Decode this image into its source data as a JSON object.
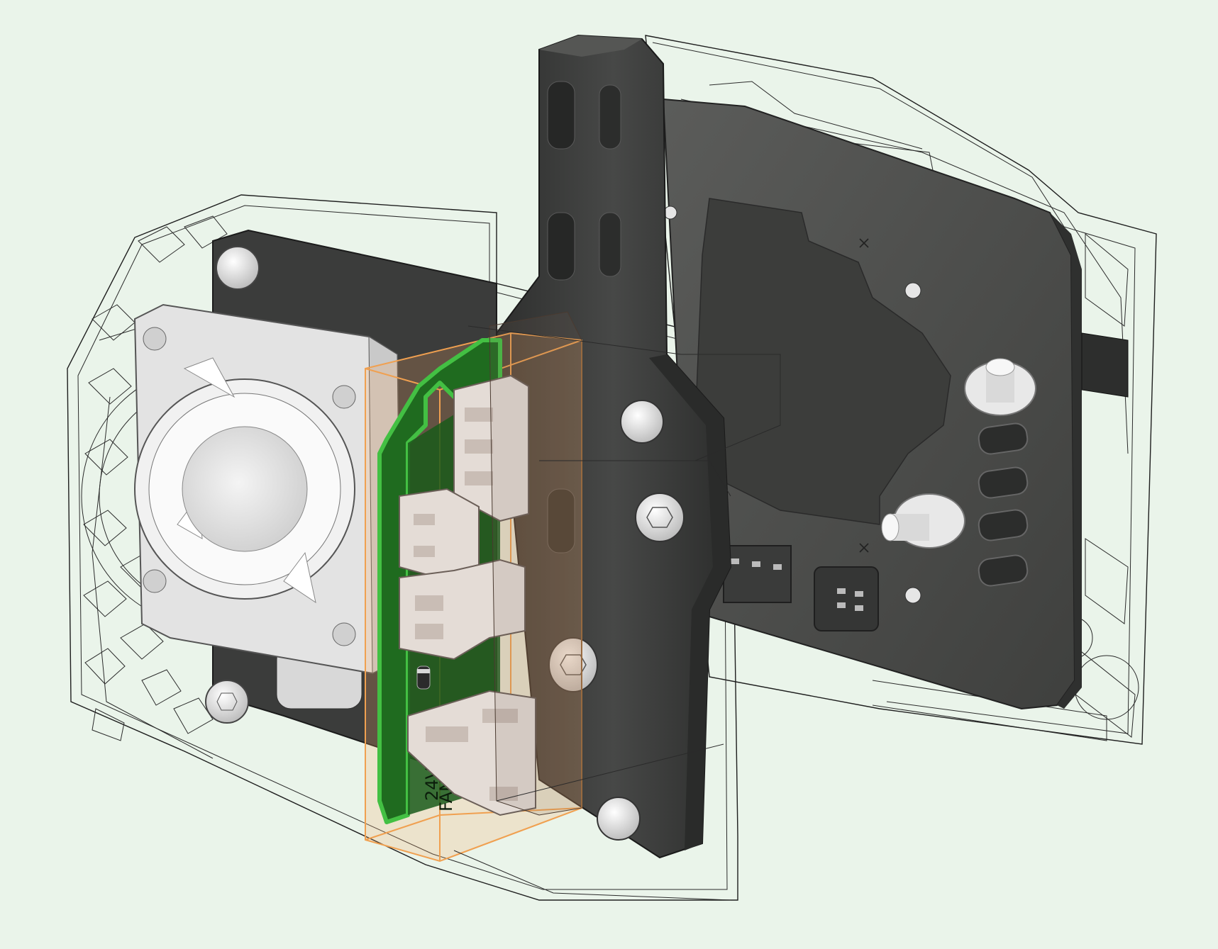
{
  "viewport": {
    "background": "#eaf4ea",
    "highlight_color": "#f0a050",
    "pcb_color": "#1f6b1f",
    "pcb_edge_color": "#43c043",
    "plate_color": "#4a4b49",
    "bracket_color": "#3a3b3a"
  },
  "pcb": {
    "silkscreen_top": "24V",
    "silkscreen_bottom": "FAN"
  },
  "icons": [
    "cad-model",
    "fan-icon",
    "connector-icon",
    "screw-icon",
    "point-marker-icon"
  ]
}
